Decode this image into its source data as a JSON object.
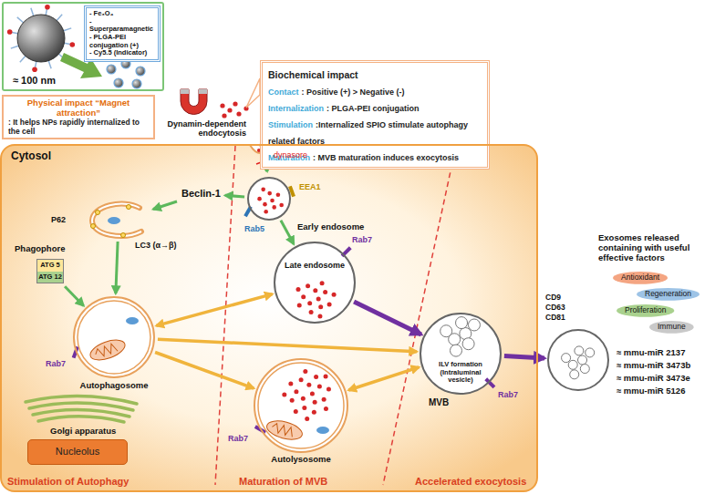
{
  "diagram": {
    "nodes": [
      {
        "text": [
          "≈ 100 nm"
        ]
      },
      {
        "text": [
          "- Fe₃O₄",
          "- Superparamagnetic",
          "- PLGA-PEI conjugation (+)",
          "- Cy5.5 (Indicator)"
        ],
        "in": 0
      },
      {
        "text": [
          "Physical impact “Magnet attraction”",
          ": It helps NPs rapidly internalized to the cell"
        ]
      },
      {
        "text": [
          "Biochemical impact",
          "Contact",
          ": Positive (+) > Negative (-)",
          "Internalization",
          ": PLGA-PEI conjugation",
          "Stimulation",
          ":Internalized SPIO stimulate autophagy related factors",
          "Maturation",
          ": MVB maturation induces exocytosis"
        ]
      },
      {
        "text": [
          "Cytosol"
        ]
      },
      {
        "text": [
          "Beclin-1"
        ],
        "in": 4
      },
      {
        "text": [
          "Early endosome"
        ],
        "in": 4
      },
      {
        "text": [
          "Phagophore"
        ],
        "in": 4
      },
      {
        "text": [
          "ATG 5",
          "ATG 12"
        ],
        "in": 4
      },
      {
        "text": [
          "Late endosome"
        ],
        "in": 4
      },
      {
        "text": [
          "Autophagosome"
        ],
        "in": 4
      },
      {
        "text": [
          "Autolysosome"
        ],
        "in": 4
      },
      {
        "text": [
          "MVB",
          "ILV formation (Intraluminal vesicle)"
        ],
        "in": 4
      },
      {
        "text": [
          "Nucleolus"
        ],
        "in": 4
      },
      {
        "text": [
          "Exosomes released containing with useful effective factors"
        ]
      },
      {
        "text": [
          "Antioxidant"
        ]
      },
      {
        "text": [
          "Regeneration"
        ]
      },
      {
        "text": [
          "Proliferation"
        ]
      },
      {
        "text": [
          "Immune"
        ]
      }
    ],
    "edges": [
      {
        "from": 6,
        "to": 5,
        "arrow": "to"
      },
      {
        "from": 5,
        "to": 7,
        "arrow": "to"
      },
      {
        "from": 6,
        "to": 9,
        "arrow": "to"
      },
      {
        "from": 7,
        "to": 10,
        "arrow": "to"
      },
      {
        "from": 8,
        "to": 10,
        "arrow": "to"
      },
      {
        "from": 10,
        "to": 9,
        "arrow": "both"
      },
      {
        "from": 10,
        "to": 11,
        "arrow": "to"
      },
      {
        "from": 10,
        "to": 12,
        "arrow": "to"
      },
      {
        "from": 11,
        "to": 12,
        "arrow": "both"
      },
      {
        "from": 9,
        "to": 12,
        "arrow": "to"
      },
      {
        "from": 12,
        "to": 14,
        "arrow": "to"
      }
    ],
    "labels": [
      "Dynamin-dependent endocytosis",
      "dynasore",
      "EEA1",
      "Rab5",
      "P62",
      "LC3 (α→β)",
      "Rab7",
      "Rab7",
      "Rab7",
      "Rab7",
      "Golgi apparatus",
      "CD9",
      "CD63",
      "CD81",
      "≈ mmu-miR 2137",
      "≈ mmu-miR 3473b",
      "≈ mmu-miR 3473e",
      "≈ mmu-miR 5126",
      "Stimulation of Autophagy",
      "Maturation of MVB",
      "Accelerated exocytosis"
    ]
  }
}
